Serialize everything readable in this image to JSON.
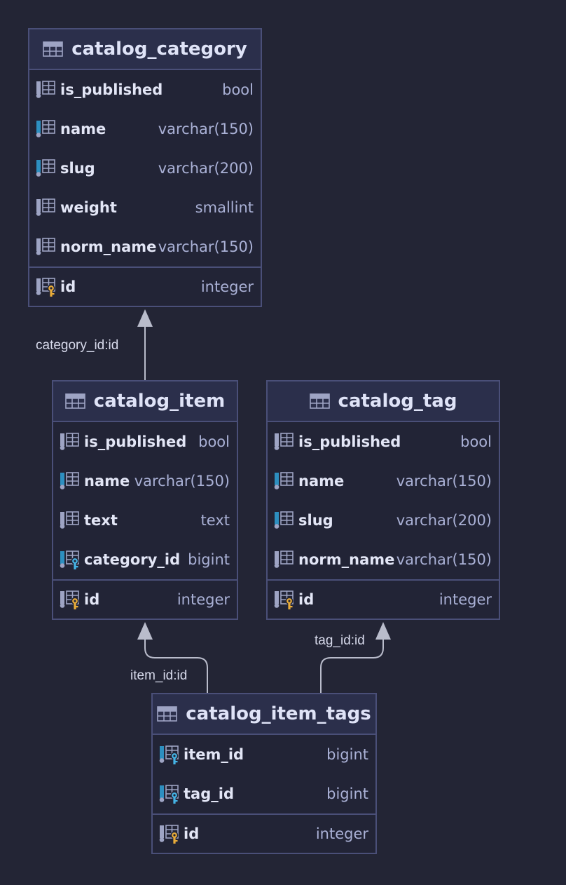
{
  "tables": {
    "catalog_category": {
      "title": "catalog_category",
      "columns": [
        {
          "name": "is_published",
          "type": "bool"
        },
        {
          "name": "name",
          "type": "varchar(150)"
        },
        {
          "name": "slug",
          "type": "varchar(200)"
        },
        {
          "name": "weight",
          "type": "smallint"
        },
        {
          "name": "norm_name",
          "type": "varchar(150)"
        }
      ],
      "pk": {
        "name": "id",
        "type": "integer"
      }
    },
    "catalog_item": {
      "title": "catalog_item",
      "columns": [
        {
          "name": "is_published",
          "type": "bool"
        },
        {
          "name": "name",
          "type": "varchar(150)"
        },
        {
          "name": "text",
          "type": "text"
        },
        {
          "name": "category_id",
          "type": "bigint"
        }
      ],
      "pk": {
        "name": "id",
        "type": "integer"
      }
    },
    "catalog_tag": {
      "title": "catalog_tag",
      "columns": [
        {
          "name": "is_published",
          "type": "bool"
        },
        {
          "name": "name",
          "type": "varchar(150)"
        },
        {
          "name": "slug",
          "type": "varchar(200)"
        },
        {
          "name": "norm_name",
          "type": "varchar(150)"
        }
      ],
      "pk": {
        "name": "id",
        "type": "integer"
      }
    },
    "catalog_item_tags": {
      "title": "catalog_item_tags",
      "columns": [
        {
          "name": "item_id",
          "type": "bigint"
        },
        {
          "name": "tag_id",
          "type": "bigint"
        }
      ],
      "pk": {
        "name": "id",
        "type": "integer"
      }
    }
  },
  "relations": {
    "item_category": "category_id:id",
    "item_tags_item": "item_id:id",
    "item_tags_tag": "tag_id:id"
  },
  "icons": {
    "table": "table-icon",
    "column": "column-icon",
    "indexed_column": "indexed-column-icon",
    "foreign_key": "foreign-key-icon",
    "primary_key": "primary-key-icon"
  },
  "colors": {
    "background": "#232535",
    "header": "#2b2f4b",
    "border": "#4a4f78",
    "connector": "#b9bccb",
    "primary_key": "#e8ac3a",
    "foreign_key": "#45b4e6",
    "index": "#2d8fc0"
  }
}
